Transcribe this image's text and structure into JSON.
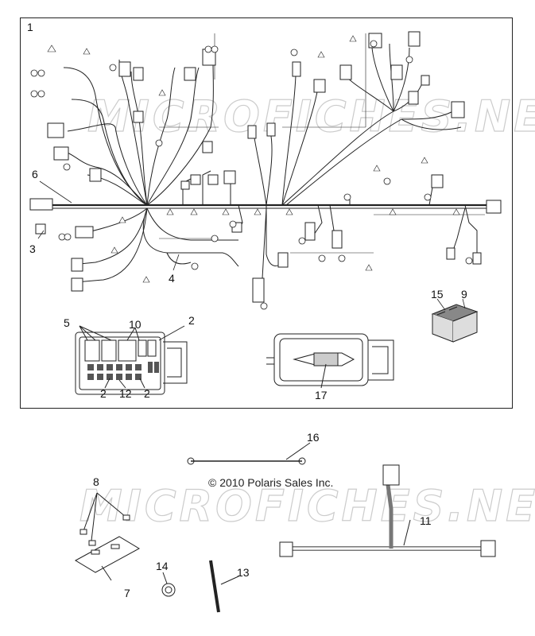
{
  "diagram": {
    "copyright": "© 2010 Polaris Sales Inc.",
    "watermark": "MICROFICHES.NET",
    "callouts": {
      "c1": "1",
      "c6": "6",
      "c3": "3",
      "c4": "4",
      "c5": "5",
      "c10": "10",
      "c2a": "2",
      "c2b": "2",
      "c12": "12",
      "c2c": "2",
      "c15": "15",
      "c9": "9",
      "c17": "17",
      "c16": "16",
      "c8": "8",
      "c11": "11",
      "c14": "14",
      "c13": "13",
      "c7": "7"
    }
  }
}
